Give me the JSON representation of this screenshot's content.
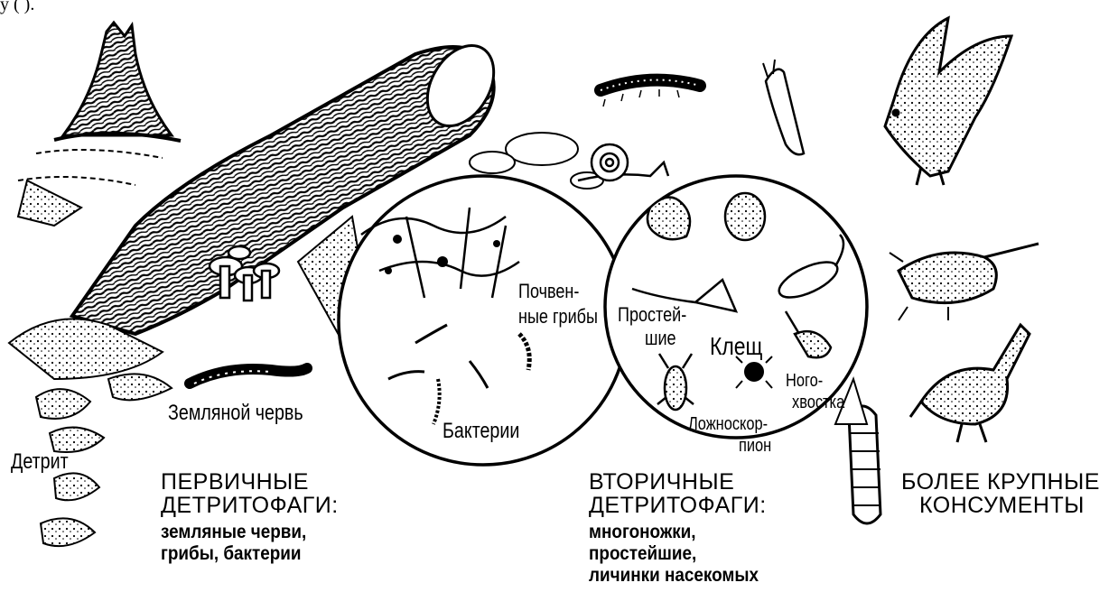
{
  "top_caption": "у ( ).",
  "labels": {
    "detritus": "Детрит",
    "earthworm": "Земляной червь",
    "bacteria": "Бактерии",
    "soil_fungi_1": "Почвен-",
    "soil_fungi_2": "ные грибы",
    "protozoa_1": "Простей-",
    "protozoa_2": "шие",
    "mite": "Клещ",
    "springtail_1": "Ного-",
    "springtail_2": "хвостка",
    "pseudoscorpion_1": "Ложноскор-",
    "pseudoscorpion_2": "пион"
  },
  "groups": {
    "primary": {
      "title_1": "ПЕРВИЧНЫЕ",
      "title_2": "ДЕТРИТОФАГИ:",
      "line_1": "земляные черви,",
      "line_2": "грибы, бактерии"
    },
    "secondary": {
      "title_1": "ВТОРИЧНЫЕ",
      "title_2": "ДЕТРИТОФАГИ:",
      "line_1": "многоножки,",
      "line_2": "простейшие,",
      "line_3": "личинки насекомых"
    },
    "larger": {
      "title_1": "БОЛЕЕ КРУПНЫЕ",
      "title_2": "КОНСУМЕНТЫ"
    }
  },
  "colors": {
    "ink": "#000000",
    "paper": "#ffffff"
  },
  "icons": [
    "tree-stump-icon",
    "fallen-log-icon",
    "mushrooms-icon",
    "earthworm-icon",
    "snail-icon",
    "millipede-icon",
    "slug-icon",
    "bird-of-prey-icon",
    "shrew-icon",
    "songbird-icon",
    "insect-larva-icon",
    "mite-icon",
    "springtail-icon",
    "pseudoscorpion-icon",
    "amoeba-icon",
    "ciliate-icon",
    "flagellate-icon"
  ]
}
